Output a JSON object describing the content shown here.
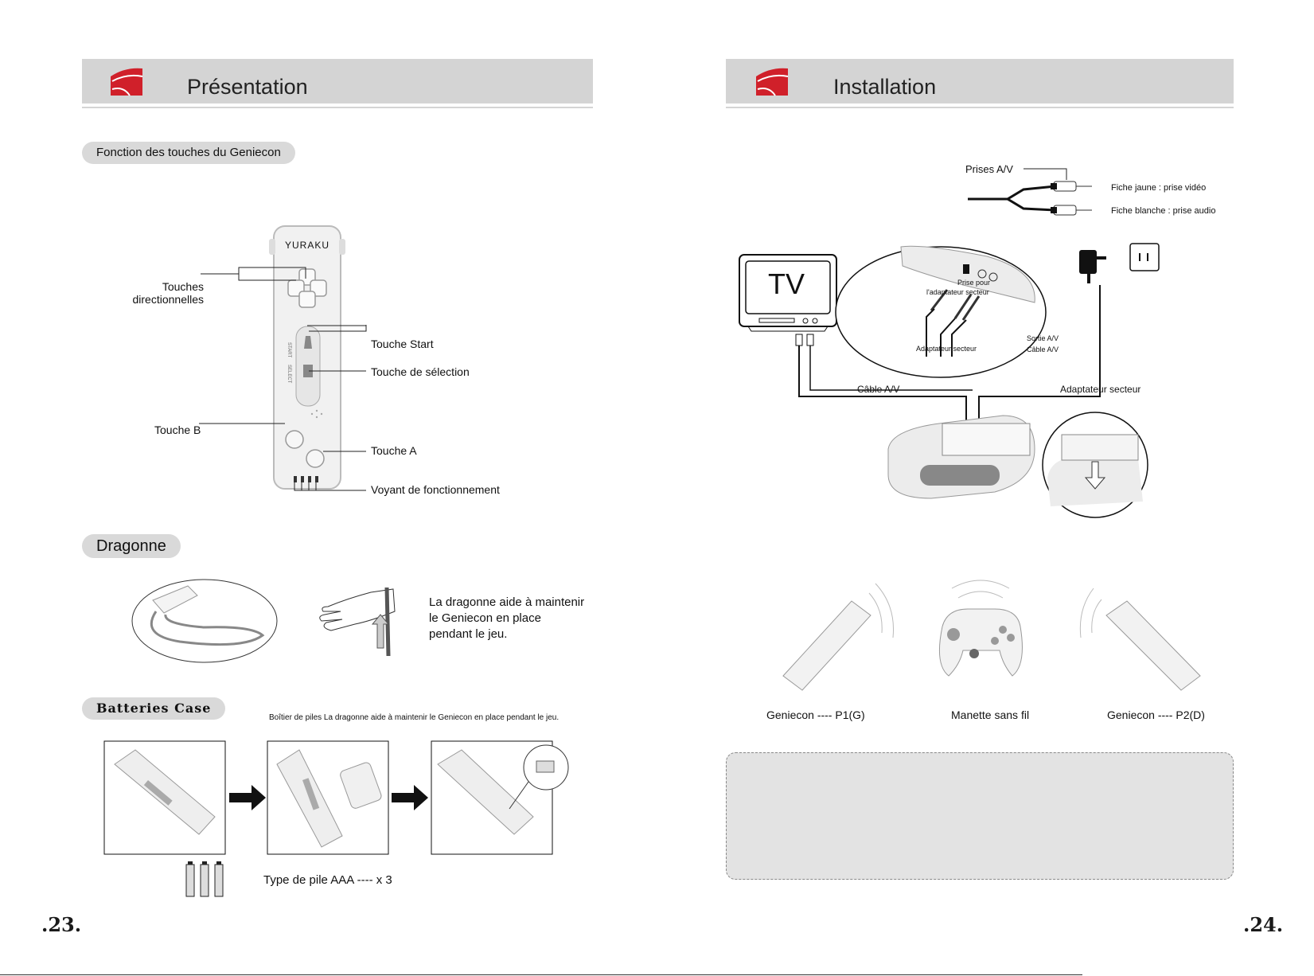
{
  "left_page": {
    "title": "Présentation",
    "section_buttons": "Fonction des touches du Geniecon",
    "brand": "YURAKU",
    "labels": {
      "dpad": "Touches directionnelles",
      "start": "Touche Start",
      "select": "Touche de sélection",
      "b": "Touche B",
      "a": "Touche A",
      "led": "Voyant de fonctionnement",
      "start_small": "START",
      "select_small": "SELECT"
    },
    "section_strap": "Dragonne",
    "strap_text": [
      "La dragonne aide à maintenir",
      "le Geniecon en place",
      "pendant le jeu."
    ],
    "section_batteries": "Batteries Case",
    "batteries_caption": "Boîtier de piles La dragonne aide à maintenir le Geniecon en place pendant le jeu.",
    "battery_type": "Type de pile AAA ---- x 3",
    "page_number": ".23."
  },
  "right_page": {
    "title": "Installation",
    "av_jacks": "Prises A/V",
    "yellow_plug": "Fiche jaune : prise vidéo",
    "white_plug": "Fiche blanche : prise audio",
    "tv": "TV",
    "adapter_port": [
      "Prise pour",
      "l'adaptateur secteur"
    ],
    "adapter_label": "Adaptateur secteur",
    "av_out": [
      "Sortie A/V",
      "Câble A/V"
    ],
    "av_cable": "Câble A/V",
    "adapter_main": "Adaptateur secteur",
    "controllers": [
      "Geniecon ---- P1(G)",
      "Manette sans fil",
      "Geniecon ---- P2(D)"
    ],
    "page_number": ".24."
  },
  "colors": {
    "header_bg": "#d4d4d4",
    "logo_red": "#d0202a",
    "note_bg": "#e3e3e3"
  }
}
